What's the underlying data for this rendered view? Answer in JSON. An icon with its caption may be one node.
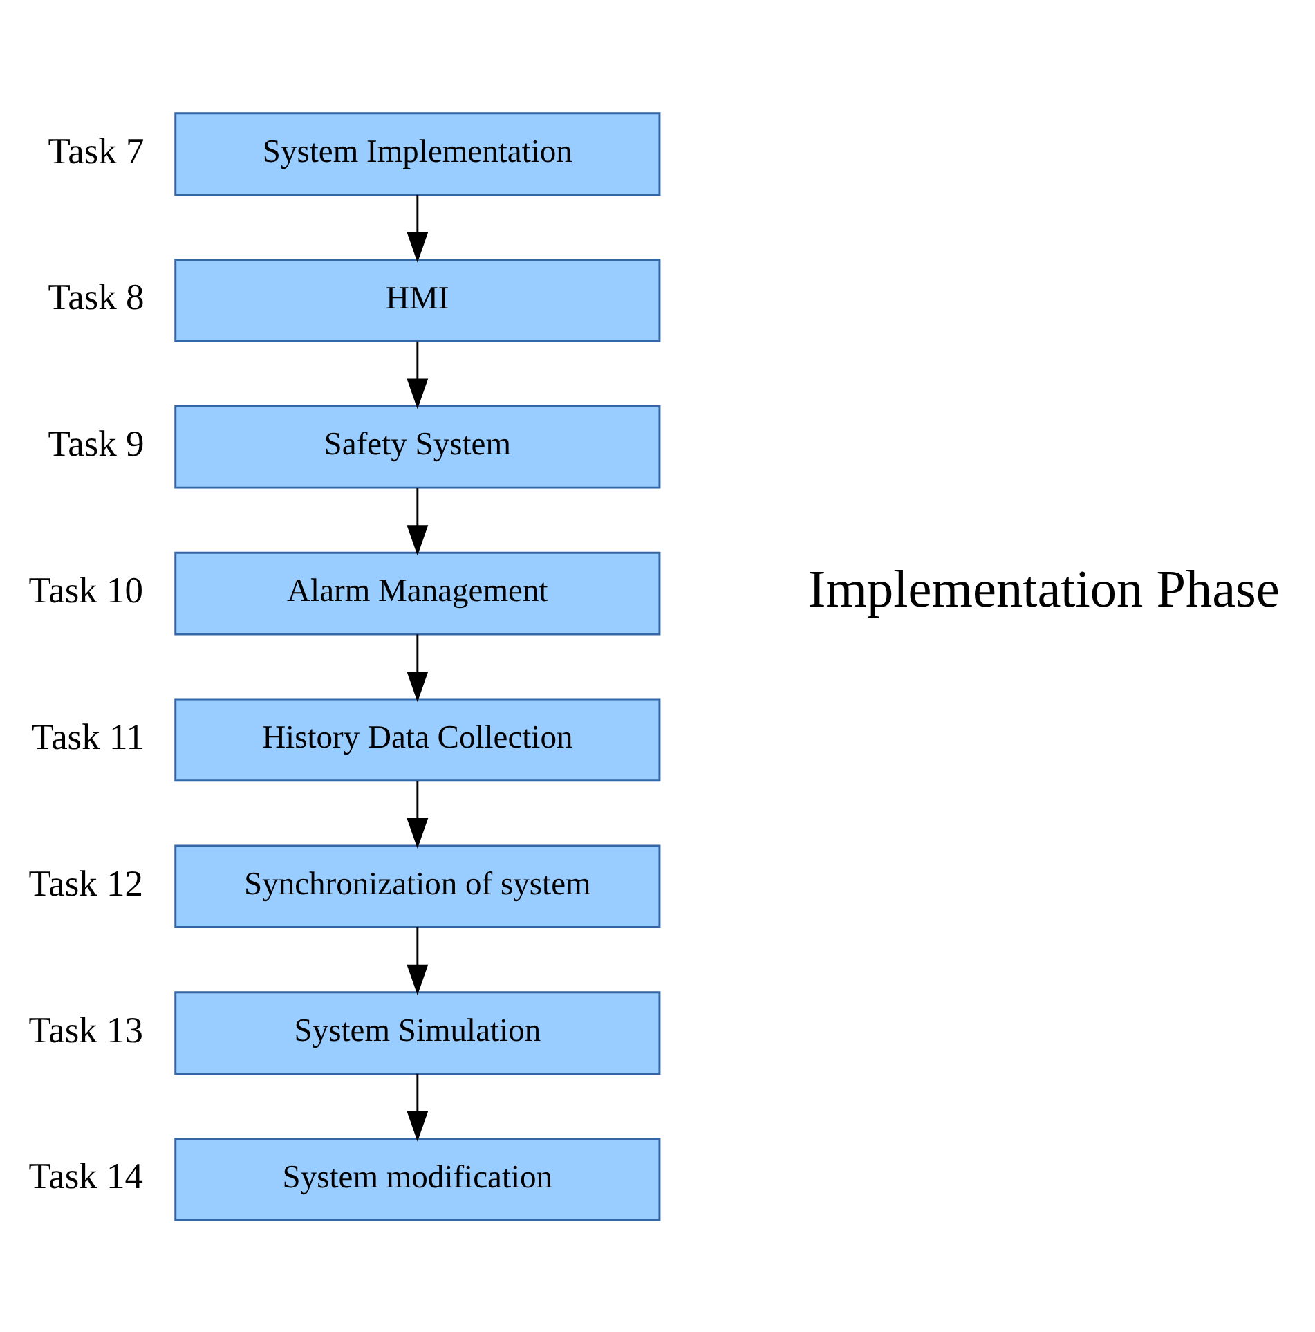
{
  "diagram": {
    "nodes": [
      {
        "text": [
          "System Implementation"
        ],
        "beside": [
          "Task 7"
        ]
      },
      {
        "text": [
          "HMI"
        ],
        "beside": [
          "Task 8"
        ]
      },
      {
        "text": [
          "Safety System"
        ],
        "beside": [
          "Task 9"
        ]
      },
      {
        "text": [
          "Alarm Management"
        ],
        "beside": [
          "Task 10"
        ]
      },
      {
        "text": [
          "History Data Collection"
        ],
        "beside": [
          "Task 11"
        ]
      },
      {
        "text": [
          "Synchronization of system"
        ],
        "beside": [
          "Task 12"
        ]
      },
      {
        "text": [
          "System Simulation"
        ],
        "beside": [
          "Task 13"
        ]
      },
      {
        "text": [
          "System modification"
        ],
        "beside": [
          "Task 14"
        ]
      }
    ],
    "edges": [
      {
        "from": 0,
        "to": 1,
        "arrow": "to"
      },
      {
        "from": 1,
        "to": 2,
        "arrow": "to"
      },
      {
        "from": 2,
        "to": 3,
        "arrow": "to"
      },
      {
        "from": 3,
        "to": 4,
        "arrow": "to"
      },
      {
        "from": 4,
        "to": 5,
        "arrow": "to"
      },
      {
        "from": 5,
        "to": 6,
        "arrow": "to"
      },
      {
        "from": 6,
        "to": 7,
        "arrow": "to"
      }
    ],
    "labels": [
      "Implementation Phase"
    ]
  }
}
